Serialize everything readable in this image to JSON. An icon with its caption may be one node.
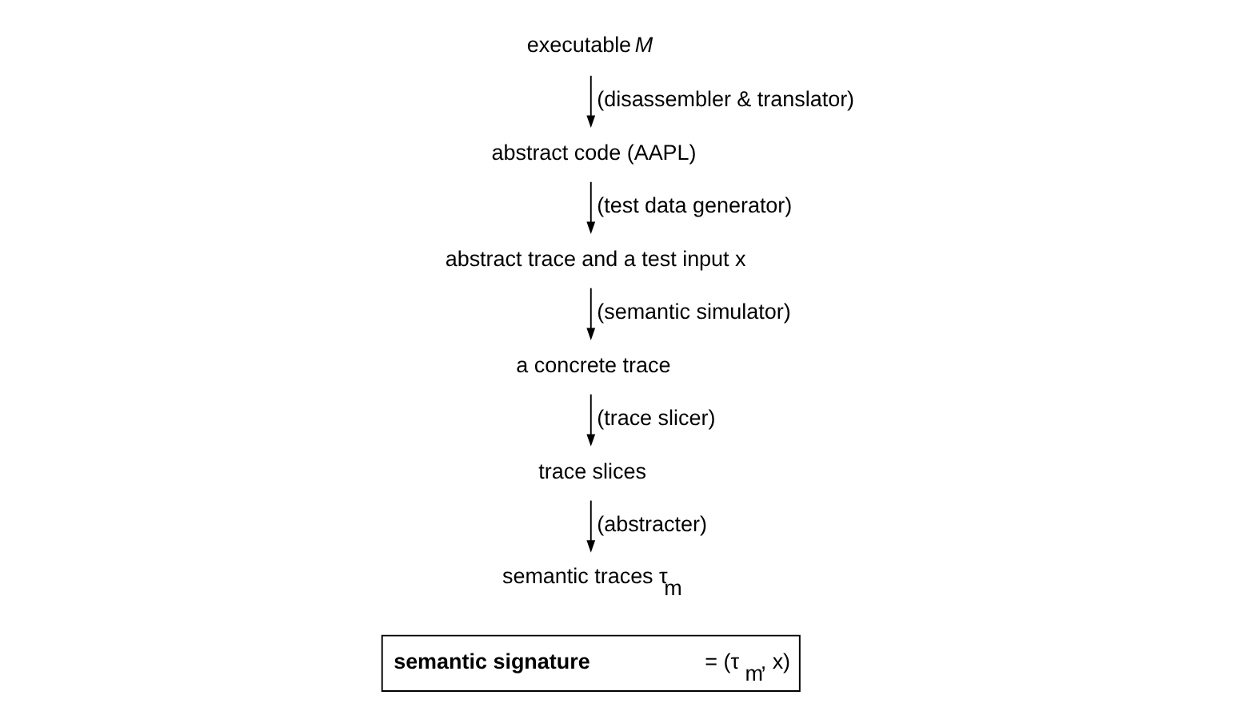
{
  "diagram": {
    "nodes": [
      {
        "text": [
          "executable *M*"
        ]
      },
      {
        "text": [
          "abstract code (AAPL)"
        ]
      },
      {
        "text": [
          "abstract trace and a test input x"
        ]
      },
      {
        "text": [
          "a concrete trace"
        ]
      },
      {
        "text": [
          "trace slices"
        ]
      },
      {
        "text": [
          "semantic traces τ$_{m}$"
        ]
      },
      {
        "text": [
          "**semantic signature** = (τ$_{m}$, x)"
        ]
      }
    ],
    "edges": [
      {
        "from": 0,
        "to": 1,
        "arrow": "to",
        "label": "(disassembler & translator)"
      },
      {
        "from": 1,
        "to": 2,
        "arrow": "to",
        "label": "(test data generator)"
      },
      {
        "from": 2,
        "to": 3,
        "arrow": "to",
        "label": "(semantic simulator)"
      },
      {
        "from": 3,
        "to": 4,
        "arrow": "to",
        "label": "(trace slicer)"
      },
      {
        "from": 4,
        "to": 5,
        "arrow": "to",
        "label": "(abstracter)"
      }
    ]
  }
}
